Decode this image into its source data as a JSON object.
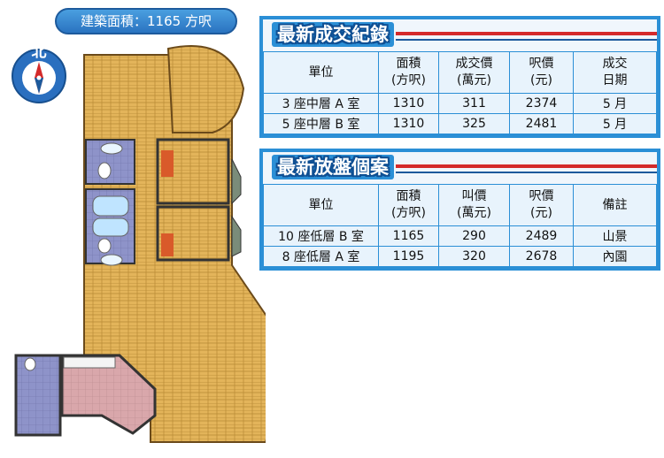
{
  "area_label": "建築面積：1165 方呎",
  "compass": {
    "north_label": "北"
  },
  "transactions": {
    "title": "最新成交紀錄",
    "headers": [
      "單位",
      "面積\n(方呎)",
      "成交價\n(萬元)",
      "呎價\n(元)",
      "成交\n日期"
    ],
    "rows": [
      [
        "3 座中層 A 室",
        "1310",
        "311",
        "2374",
        "5 月"
      ],
      [
        "5 座中層 B 室",
        "1310",
        "325",
        "2481",
        "5 月"
      ]
    ]
  },
  "listings": {
    "title": "最新放盤個案",
    "headers": [
      "單位",
      "面積\n(方呎)",
      "叫價\n(萬元)",
      "呎價\n(元)",
      "備註"
    ],
    "rows": [
      [
        "10 座低層 B 室",
        "1165",
        "290",
        "2489",
        "山景"
      ],
      [
        "8 座低層 A 室",
        "1195",
        "320",
        "2678",
        "內園"
      ]
    ]
  },
  "colors": {
    "panel_blue": "#2b8fd6",
    "accent_red": "#d42a2a",
    "floor_wood": "#e3b45a"
  }
}
